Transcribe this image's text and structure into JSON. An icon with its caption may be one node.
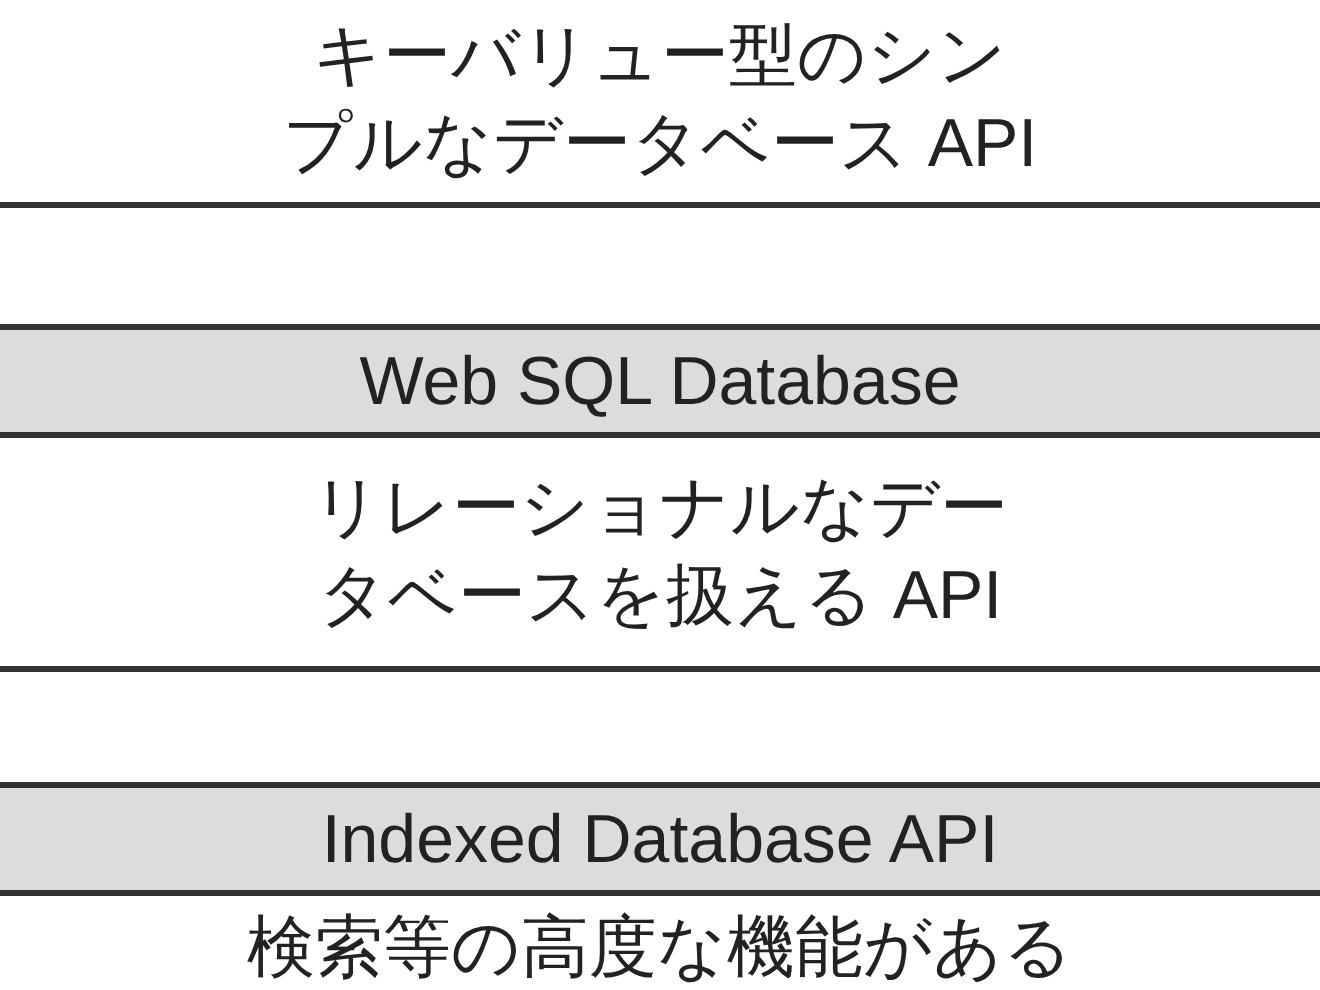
{
  "diagram": {
    "nodes": [
      {
        "text": [
          "キーバリュー型のシンプルなデータベース API"
        ]
      },
      {
        "text": [
          "Web SQL Database"
        ]
      },
      {
        "text": [
          "リレーショナルなデータベースを扱える API"
        ]
      },
      {
        "text": [
          "Indexed Database API"
        ]
      },
      {
        "text": [
          "検索等の高度な機能がある"
        ]
      }
    ]
  }
}
